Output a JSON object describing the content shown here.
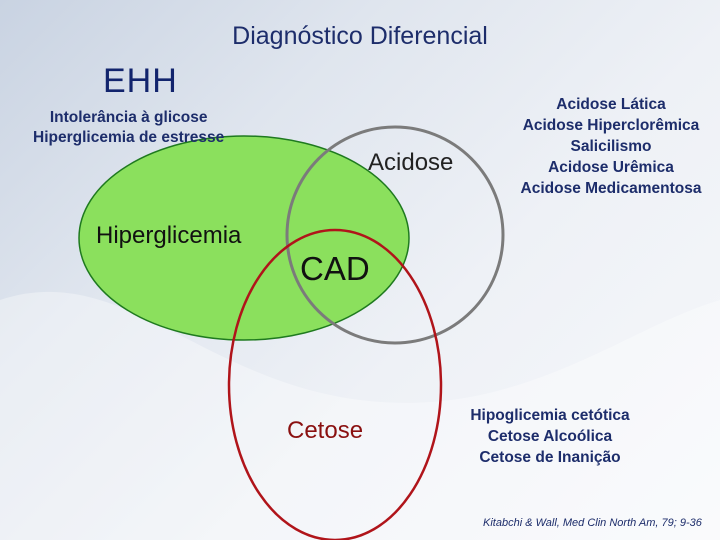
{
  "title": "Diagnóstico Diferencial",
  "sets": {
    "ehh": {
      "label": "EHH",
      "items": [
        "Intolerância à glicose",
        "Hiperglicemia de estresse"
      ]
    },
    "hiperglicemia": {
      "label": "Hiperglicemia"
    },
    "acidose": {
      "label": "Acidose",
      "items": [
        "Acidose Lática",
        "Acidose Hiperclorêmica",
        "Salicilismo",
        "Acidose Urêmica",
        "Acidose Medicamentosa"
      ]
    },
    "cetose": {
      "label": "Cetose",
      "items": [
        "Hipoglicemia cetótica",
        "Cetose Alcoólica",
        "Cetose de Inanição"
      ]
    },
    "intersection": {
      "label": "CAD"
    }
  },
  "reference": "Kitabchi & Wall, Med Clin North Am, 79; 9-36",
  "colors": {
    "hiperglicemia_fill": "#8be05d",
    "hiperglicemia_stroke": "#1f7a1f",
    "acidose_stroke": "#7b7b7b",
    "cetose_stroke": "#b0141a",
    "title": "#1d2d6b"
  }
}
